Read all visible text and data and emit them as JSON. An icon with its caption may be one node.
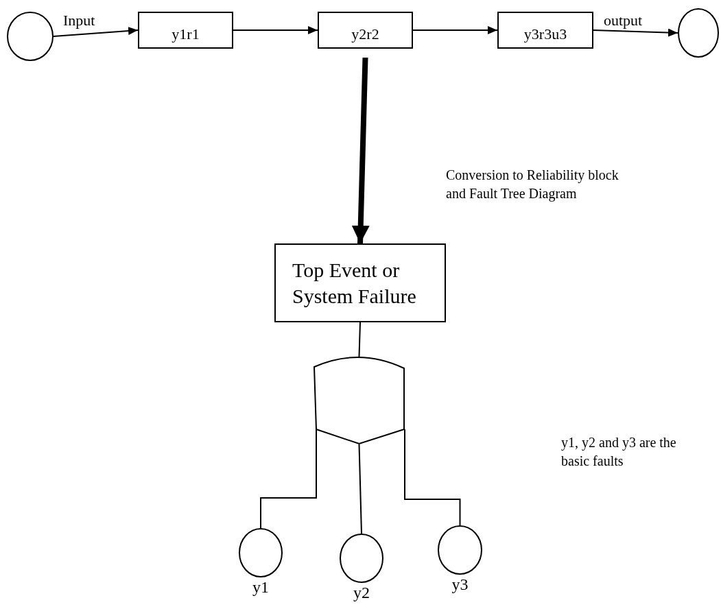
{
  "diagram": {
    "nodes": [
      {
        "text": [],
        "shape": "circle"
      },
      {
        "text": [
          "y1r1"
        ]
      },
      {
        "text": [
          "y2r2"
        ]
      },
      {
        "text": [
          "y3r3u3"
        ]
      },
      {
        "text": [],
        "shape": "circle"
      },
      {
        "text": [
          "Top Event or System Failure"
        ]
      },
      {
        "text": [],
        "shape": "gate"
      },
      {
        "text": [],
        "shape": "circle",
        "beside": [
          "y1"
        ]
      },
      {
        "text": [],
        "shape": "circle",
        "beside": [
          "y2"
        ]
      },
      {
        "text": [],
        "shape": "circle",
        "beside": [
          "y3"
        ]
      }
    ],
    "edges": [
      {
        "from": 0,
        "to": 1,
        "arrow": "to",
        "label": "Input"
      },
      {
        "from": 1,
        "to": 2,
        "arrow": "to"
      },
      {
        "from": 2,
        "to": 3,
        "arrow": "to"
      },
      {
        "from": 3,
        "to": 4,
        "arrow": "to",
        "label": "output"
      },
      {
        "from": 2,
        "to": 5,
        "arrow": "to",
        "style": "thick"
      },
      {
        "from": 5,
        "to": 6,
        "arrow": "none"
      },
      {
        "from": 6,
        "to": 7,
        "arrow": "none"
      },
      {
        "from": 6,
        "to": 8,
        "arrow": "none"
      },
      {
        "from": 6,
        "to": 9,
        "arrow": "none"
      }
    ],
    "labels": [
      "Conversion to Reliability block and Fault Tree Diagram",
      "y1, y2 and y3 are the basic faults"
    ]
  }
}
